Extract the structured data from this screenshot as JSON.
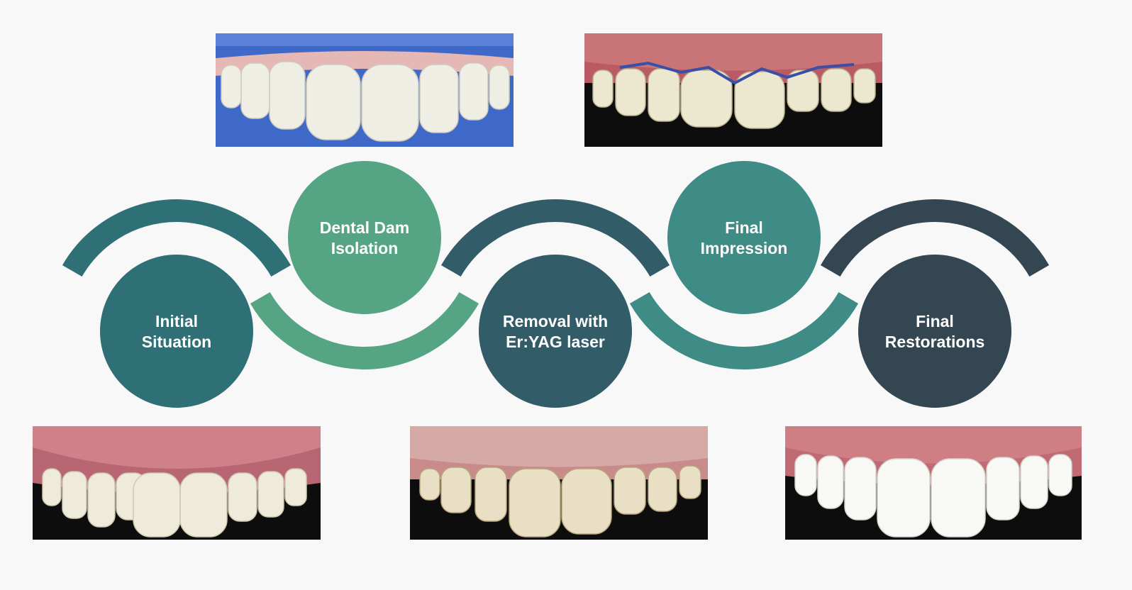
{
  "colors": {
    "background": "#f8f8f8",
    "teal_dark": "#2f7077",
    "green": "#55a585",
    "slate": "#335c69",
    "teal": "#3f8b85",
    "navy": "#344651"
  },
  "steps": [
    {
      "line1": "Initial",
      "line2": "Situation",
      "color": "#2f7077",
      "photo": "smile-initial-photo"
    },
    {
      "line1": "Dental Dam",
      "line2": "Isolation",
      "color": "#55a585",
      "photo": "dental-dam-photo"
    },
    {
      "line1": "Removal with",
      "line2": "Er:YAG laser",
      "color": "#335c69",
      "photo": "laser-removal-photo"
    },
    {
      "line1": "Final",
      "line2": "Impression",
      "color": "#3f8b85",
      "photo": "impression-photo"
    },
    {
      "line1": "Final",
      "line2": "Restorations",
      "color": "#344651",
      "photo": "final-restorations-photo"
    }
  ]
}
